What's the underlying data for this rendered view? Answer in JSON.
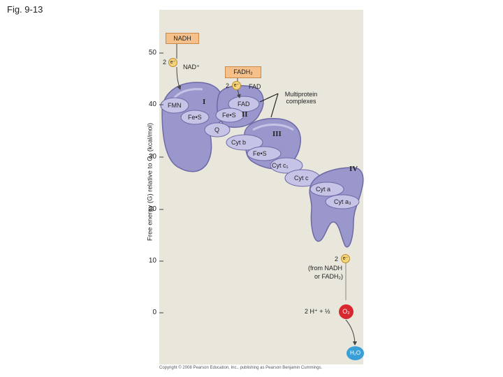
{
  "figure_title": "Fig. 9-13",
  "y_axis": {
    "label": "Free energy (G) relative to O₂ (kcal/mol)",
    "ticks": [
      "50",
      "40",
      "30",
      "20",
      "10",
      "0"
    ]
  },
  "labels": {
    "nadh": "NADH",
    "two_e_1": "2",
    "nad_plus": "NAD⁺",
    "fadh2": "FADH₂",
    "two_e_2": "2",
    "fad_top": "FAD",
    "multiprotein": "Multiprotein complexes",
    "fmn": "FMN",
    "fes_1": "Fe•S",
    "fad_complex": "FAD",
    "fes_2": "Fe•S",
    "q": "Q",
    "cyt_b": "Cyt b",
    "fes_3": "Fe•S",
    "cyt_c1": "Cyt c₁",
    "cyt_c": "Cyt c",
    "cyt_a": "Cyt a",
    "cyt_a3": "Cyt a₃",
    "two_e_3": "2",
    "from_nadh": "(from NADH",
    "or_fadh2": "or FADH₂)",
    "h_half": "2 H⁺ + ½",
    "o2": "O₂",
    "h2o": "H₂O",
    "e_symbol": "e⁻"
  },
  "complexes": {
    "c1": "I",
    "c2": "II",
    "c3": "III",
    "c4": "IV"
  },
  "copyright": "Copyright © 2008 Pearson Education, Inc., publishing as Pearson Benjamin Cummings.",
  "colors": {
    "panel": "#e9e6dc",
    "protein": "#9a97cc",
    "protein_dark": "#6c69a6",
    "protein_light": "#c5c3e6",
    "box_orange": "#f6c08a",
    "o2_red": "#d6282e",
    "h2o_blue": "#3a9fd6"
  }
}
